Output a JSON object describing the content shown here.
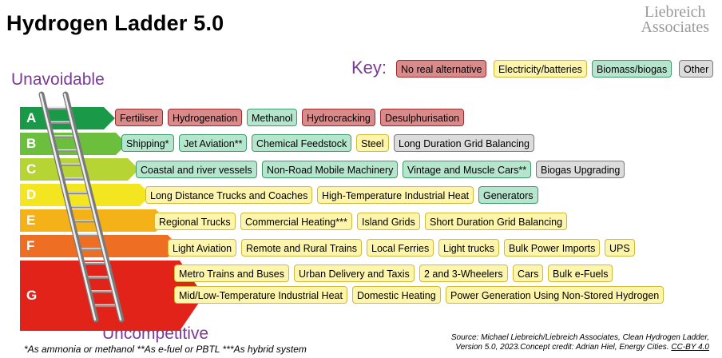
{
  "title": "Hydrogen Ladder 5.0",
  "brand": {
    "line1": "Liebreich",
    "line2": "Associates"
  },
  "top_label": "Unavoidable",
  "bottom_label": "Uncompetitive",
  "key": {
    "label": "Key:",
    "items": [
      {
        "text": "No real alternative",
        "cat": "red"
      },
      {
        "text": "Electricity/batteries",
        "cat": "yellow"
      },
      {
        "text": "Biomass/biogas",
        "cat": "green"
      },
      {
        "text": "Other",
        "cat": "grey"
      }
    ]
  },
  "colors": {
    "red": "#d98b8b",
    "yellow": "#fdf5ac",
    "green": "#b5e6cd",
    "grey": "#dcdcdc",
    "grade_A": "#1a9a48",
    "grade_B": "#6cbf3c",
    "grade_C": "#b6d433",
    "grade_D": "#f3e51f",
    "grade_E": "#f5b118",
    "grade_F": "#ee6f23",
    "grade_G": "#e2231a",
    "accent_purple": "#7b3a96"
  },
  "grades": [
    {
      "letter": "A",
      "items": [
        {
          "text": "Fertiliser",
          "cat": "red"
        },
        {
          "text": "Hydrogenation",
          "cat": "red"
        },
        {
          "text": "Methanol",
          "cat": "green"
        },
        {
          "text": "Hydrocracking",
          "cat": "red"
        },
        {
          "text": "Desulphurisation",
          "cat": "red"
        }
      ]
    },
    {
      "letter": "B",
      "items": [
        {
          "text": "Shipping*",
          "cat": "green"
        },
        {
          "text": "Jet Aviation**",
          "cat": "green"
        },
        {
          "text": "Chemical Feedstock",
          "cat": "green"
        },
        {
          "text": "Steel",
          "cat": "yellow"
        },
        {
          "text": "Long Duration Grid Balancing",
          "cat": "grey"
        }
      ]
    },
    {
      "letter": "C",
      "items": [
        {
          "text": "Coastal and river vessels",
          "cat": "green"
        },
        {
          "text": "Non-Road Mobile Machinery",
          "cat": "green"
        },
        {
          "text": "Vintage and Muscle Cars**",
          "cat": "green"
        },
        {
          "text": "Biogas Upgrading",
          "cat": "grey"
        }
      ]
    },
    {
      "letter": "D",
      "items": [
        {
          "text": "Long Distance Trucks and Coaches",
          "cat": "yellow"
        },
        {
          "text": "High-Temperature Industrial Heat",
          "cat": "yellow"
        },
        {
          "text": "Generators",
          "cat": "green"
        }
      ]
    },
    {
      "letter": "E",
      "items": [
        {
          "text": "Regional Trucks",
          "cat": "yellow"
        },
        {
          "text": "Commercial Heating***",
          "cat": "yellow"
        },
        {
          "text": "Island Grids",
          "cat": "yellow"
        },
        {
          "text": "Short Duration Grid Balancing",
          "cat": "yellow"
        }
      ]
    },
    {
      "letter": "F",
      "items": [
        {
          "text": "Light Aviation",
          "cat": "yellow"
        },
        {
          "text": "Remote and Rural Trains",
          "cat": "yellow"
        },
        {
          "text": "Local Ferries",
          "cat": "yellow"
        },
        {
          "text": "Light trucks",
          "cat": "yellow"
        },
        {
          "text": "Bulk Power Imports",
          "cat": "yellow"
        },
        {
          "text": "UPS",
          "cat": "yellow"
        }
      ]
    },
    {
      "letter": "G",
      "items": [
        {
          "text": "Metro Trains and Buses",
          "cat": "yellow"
        },
        {
          "text": "Urban Delivery and Taxis",
          "cat": "yellow"
        },
        {
          "text": "2 and 3-Wheelers",
          "cat": "yellow"
        },
        {
          "text": "Cars",
          "cat": "yellow"
        },
        {
          "text": "Bulk e-Fuels",
          "cat": "yellow"
        }
      ]
    },
    {
      "letter": "",
      "items": [
        {
          "text": "Mid/Low-Temperature Industrial Heat",
          "cat": "yellow"
        },
        {
          "text": "Domestic Heating",
          "cat": "yellow"
        },
        {
          "text": "Power Generation Using Non-Stored Hydrogen",
          "cat": "yellow"
        }
      ]
    }
  ],
  "footnote": "*As ammonia or methanol   **As e-fuel or PBTL   ***As hybrid system",
  "source": {
    "line1": "Source: Michael Liebreich/Liebreich Associates, Clean Hydrogen Ladder,",
    "line2": "Version 5.0, 2023.Concept credit: Adrian Hiel, Energy Cities.",
    "license": "CC-BY 4.0"
  }
}
